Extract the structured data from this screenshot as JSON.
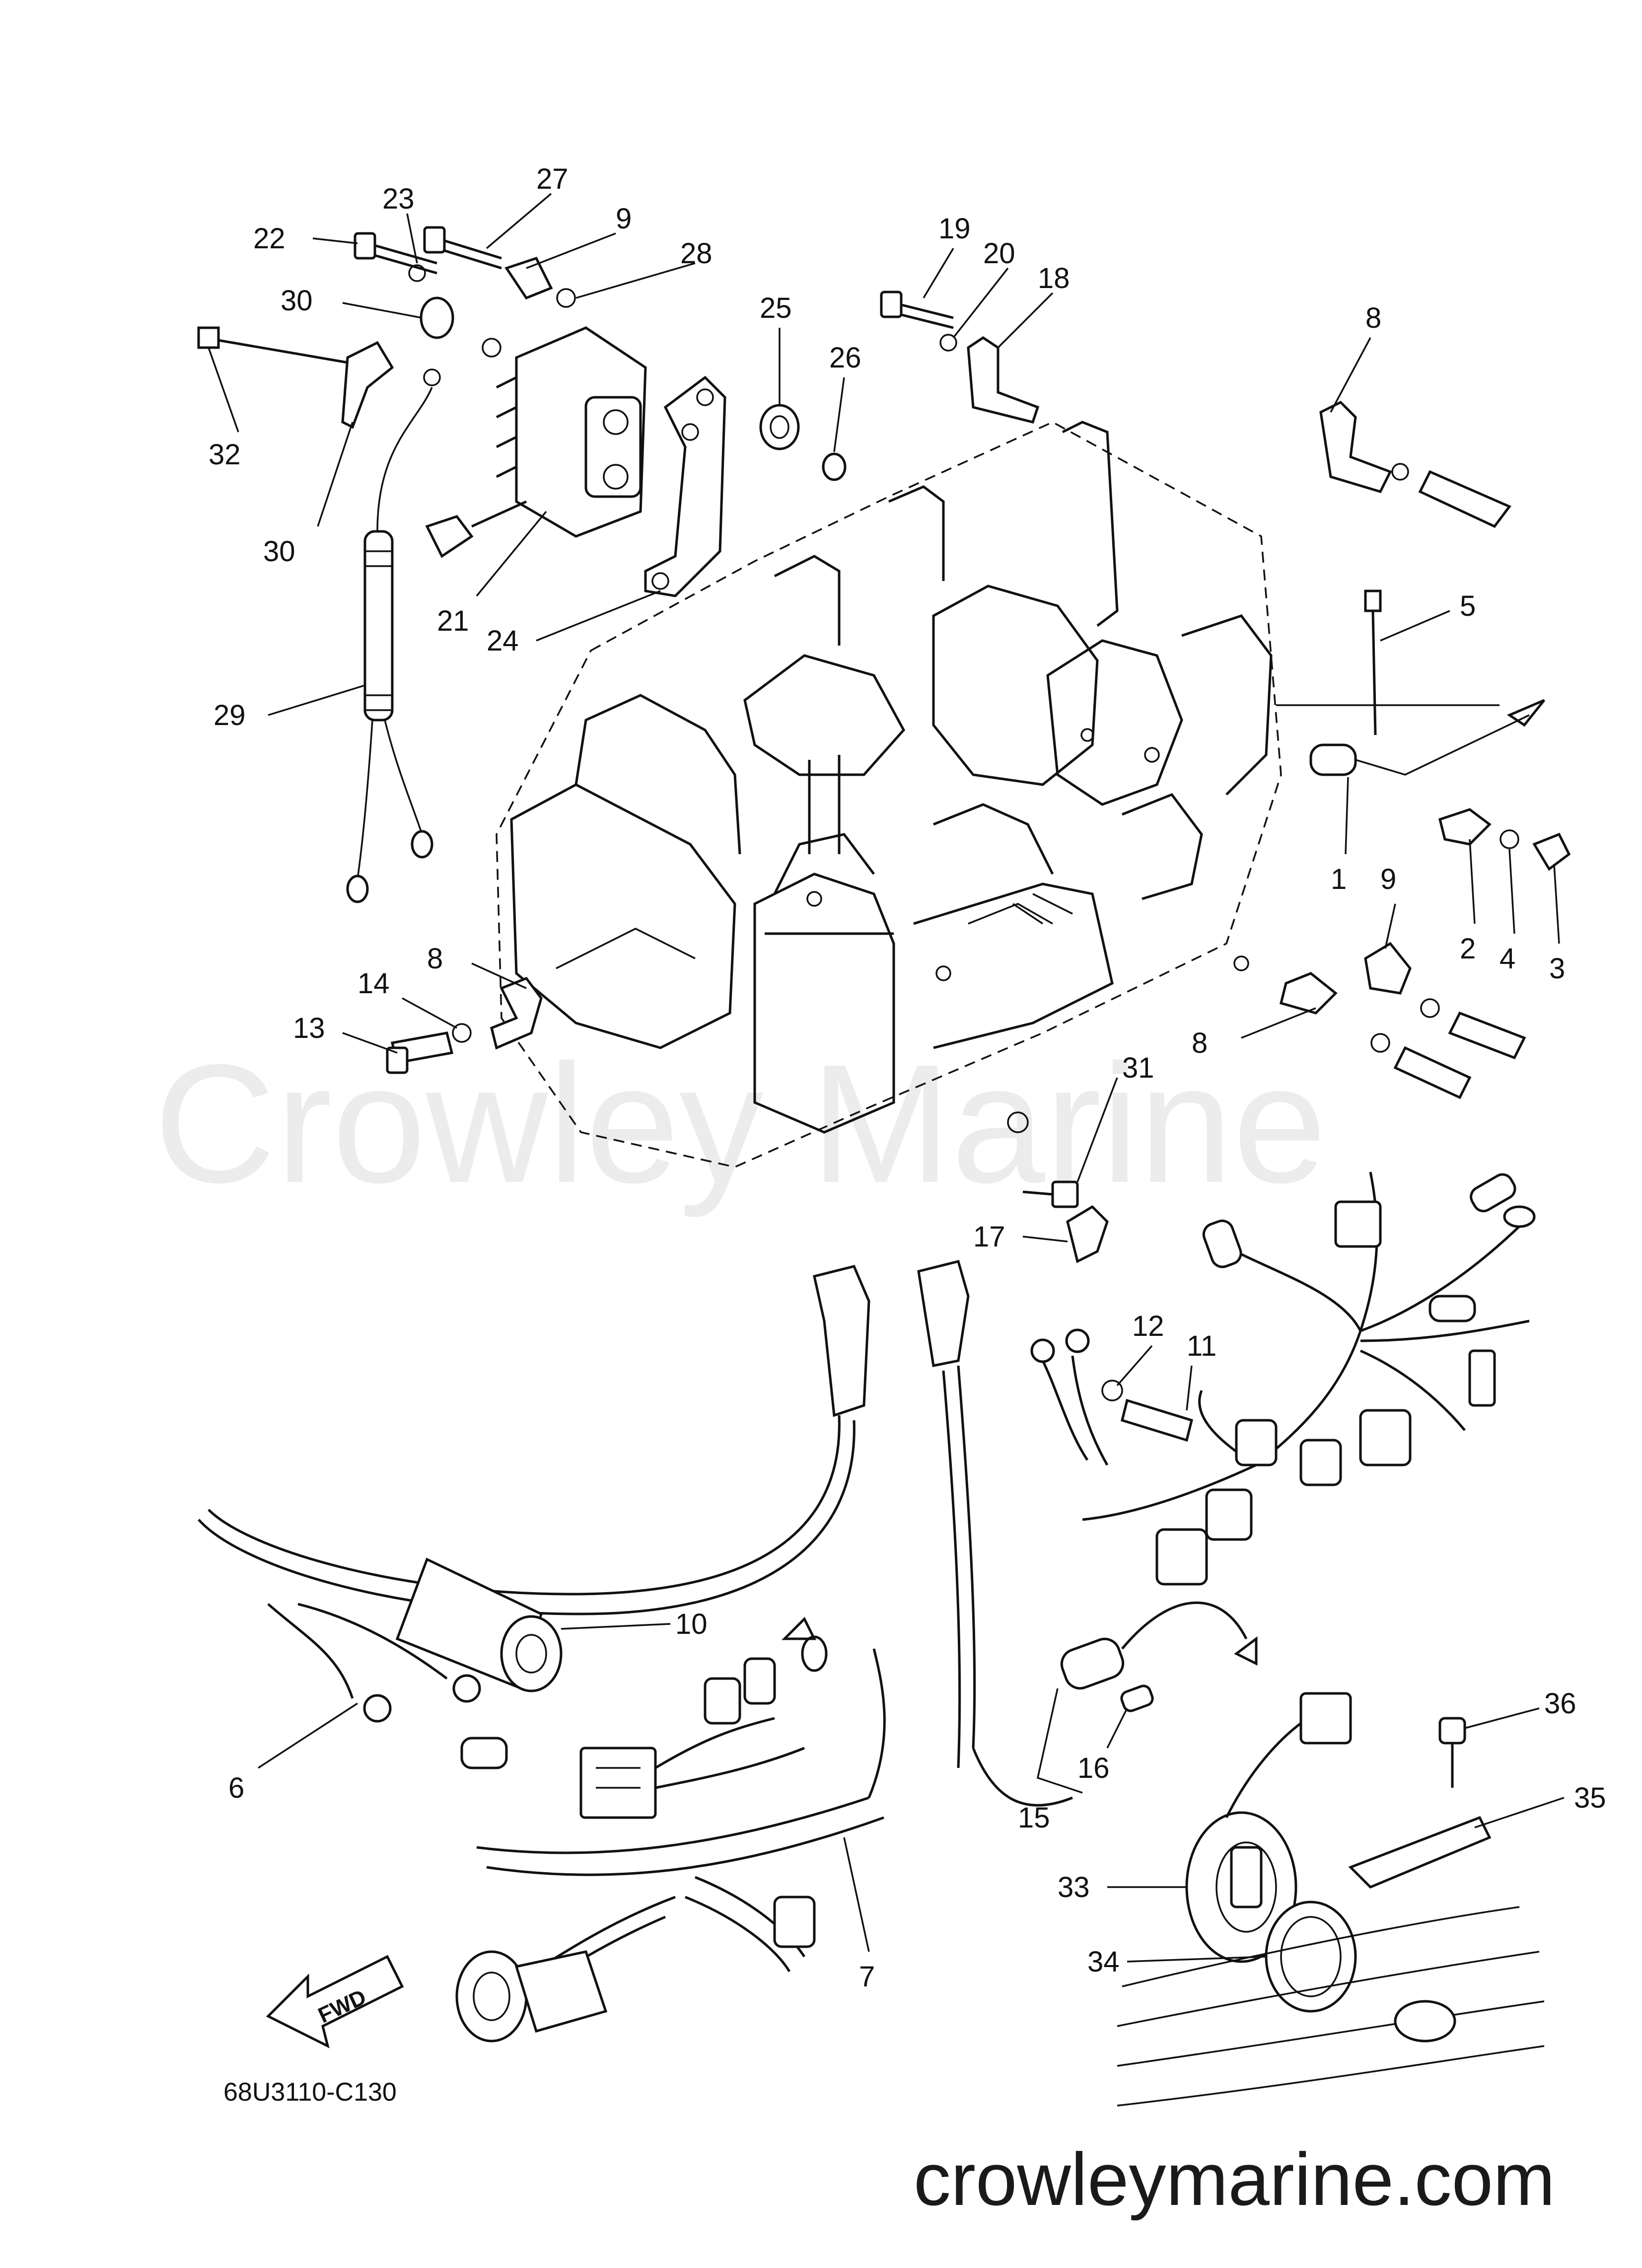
{
  "diagram": {
    "callouts": [
      "1",
      "2",
      "3",
      "4",
      "5",
      "6",
      "7",
      "8",
      "9",
      "10",
      "11",
      "12",
      "13",
      "14",
      "15",
      "16",
      "17",
      "18",
      "19",
      "20",
      "21",
      "22",
      "23",
      "24",
      "25",
      "26",
      "27",
      "28",
      "29",
      "30",
      "31",
      "32",
      "33",
      "34",
      "35",
      "36"
    ],
    "figure_code": "68U3110-C130",
    "fwd_label": "FWD",
    "watermark": "Crowley Marine",
    "website": "crowleymarine.com"
  }
}
